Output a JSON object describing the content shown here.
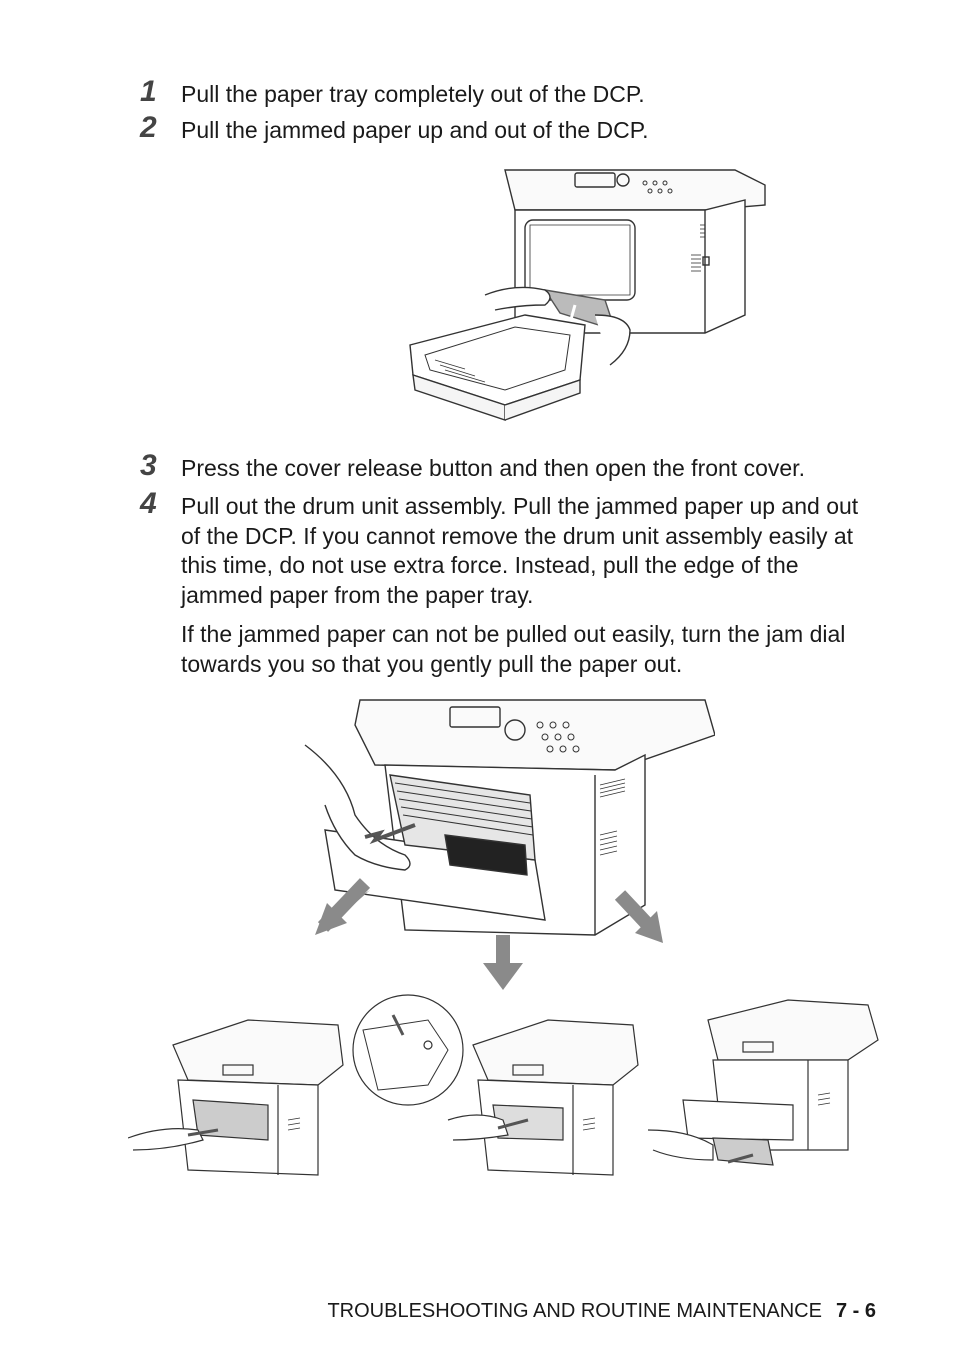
{
  "steps": [
    {
      "number": "1",
      "text": "Pull the paper tray completely out of the DCP."
    },
    {
      "number": "2",
      "text": "Pull the jammed paper up and out of the DCP."
    },
    {
      "number": "3",
      "text": "Press the cover release button and then open the front cover."
    },
    {
      "number": "4",
      "text": "Pull out the drum unit assembly. Pull the jammed paper up and out of the DCP. If you cannot remove the drum unit assembly easily at this time, do not use extra force. Instead, pull the edge of the jammed paper from the paper tray."
    }
  ],
  "step4_note": "If the jammed paper can not be pulled out easily, turn the jam dial towards you so that you gently pull the paper out.",
  "footer": {
    "section": "TROUBLESHOOTING AND ROUTINE MAINTENANCE",
    "page": "7 - 6"
  }
}
